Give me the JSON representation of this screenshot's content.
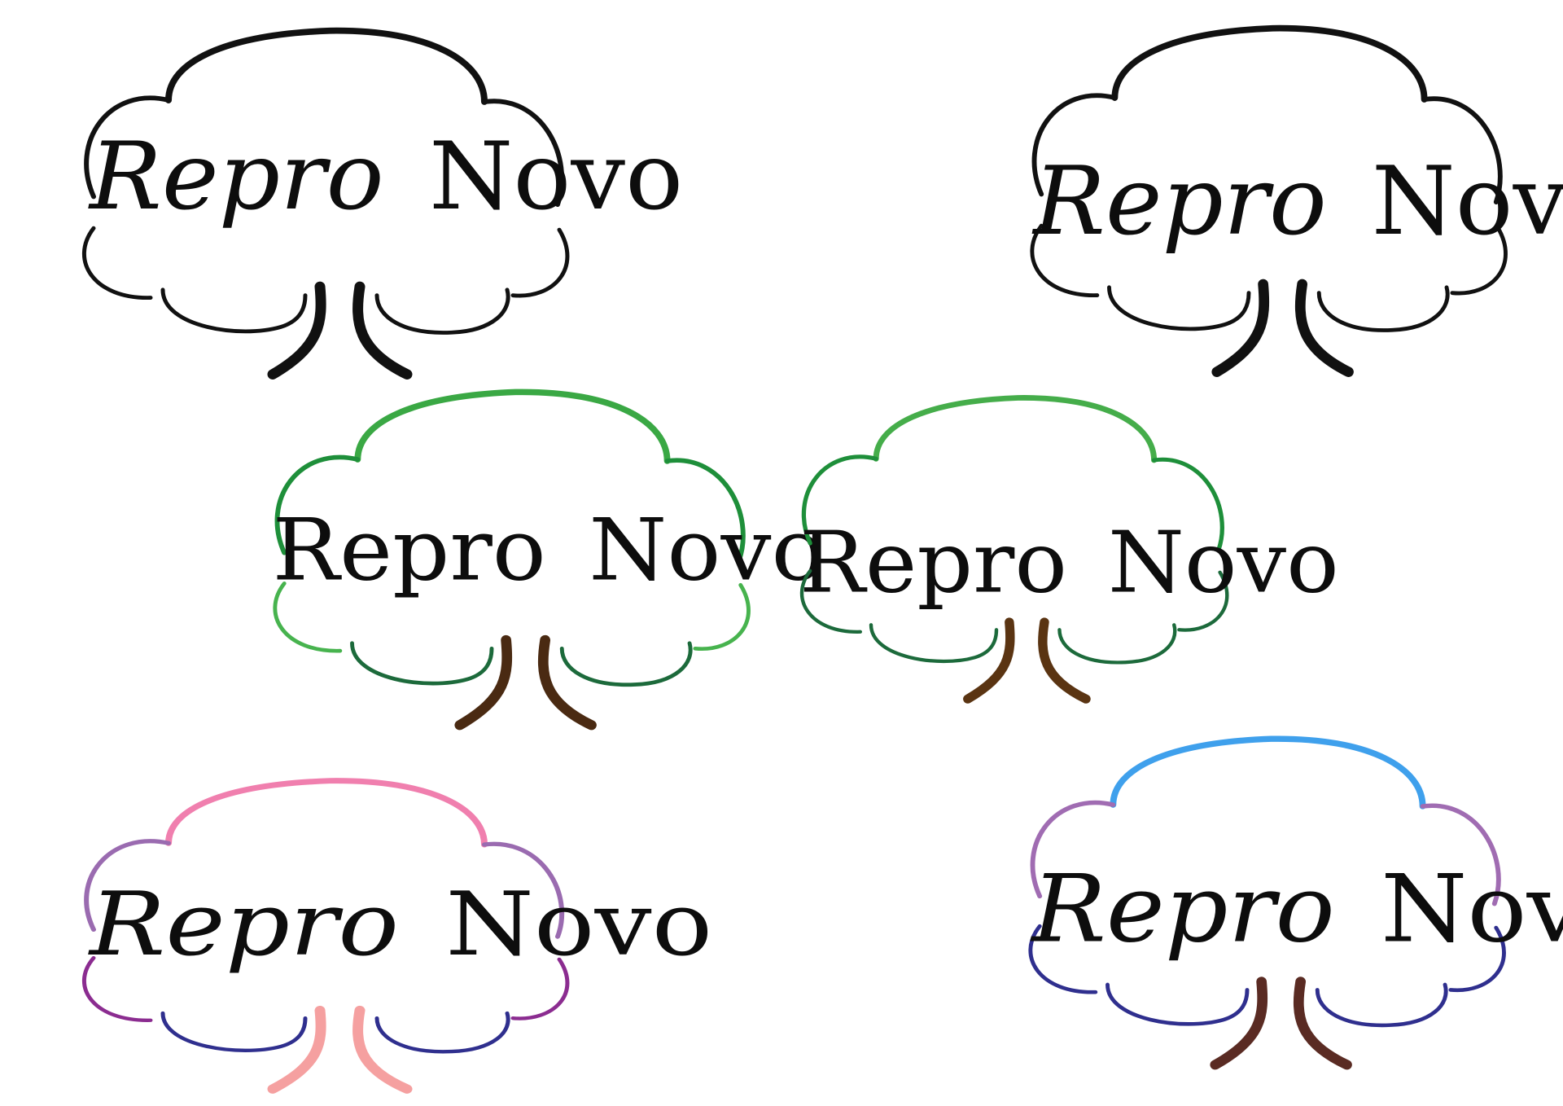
{
  "sheet": {
    "description_visible": "",
    "variants": [
      {
        "id": "v1",
        "word1": "Repro",
        "word2": "Novo",
        "word1_style": "mixed",
        "colors": {
          "top": "#111111",
          "upper_sides": "#111111",
          "lower_sides": "#111111",
          "bottom_arcs": "#111111",
          "trunk": "#111111"
        }
      },
      {
        "id": "v2",
        "word1": "Repro",
        "word2": "Novo",
        "word1_style": "mixed",
        "colors": {
          "top": "#111111",
          "upper_sides": "#111111",
          "lower_sides": "#111111",
          "bottom_arcs": "#111111",
          "trunk": "#111111"
        }
      },
      {
        "id": "v3",
        "word1": "Repro",
        "word2": "Novo",
        "word1_style": "roman",
        "colors": {
          "top": "#3aa844",
          "upper_sides": "#1e8f3a",
          "lower_sides": "#47b34e",
          "bottom_arcs": "#1c6a3b",
          "trunk": "#4a2a12"
        }
      },
      {
        "id": "v4",
        "word1": "Repro",
        "word2": "Novo",
        "word1_style": "roman",
        "colors": {
          "top": "#45ad4a",
          "upper_sides": "#1e8f3a",
          "lower_sides": "#1c6a3b",
          "bottom_arcs": "#1c6a3b",
          "trunk": "#5a3412"
        }
      },
      {
        "id": "v5",
        "word1": "Repro",
        "word2": "Novo",
        "word1_style": "mixed",
        "colors": {
          "top": "#f07fae",
          "upper_sides": "#9a6bb0",
          "lower_sides": "#8b2c90",
          "bottom_arcs": "#2f2f8e",
          "trunk": "#f5a0a0"
        }
      },
      {
        "id": "v6",
        "word1": "Repro",
        "word2": "Novo",
        "word1_style": "mixed",
        "colors": {
          "top": "#3fa0ec",
          "upper_sides": "#a06cb2",
          "lower_sides": "#2f2f8e",
          "bottom_arcs": "#2f2f8e",
          "trunk": "#5a2b23"
        }
      }
    ]
  }
}
